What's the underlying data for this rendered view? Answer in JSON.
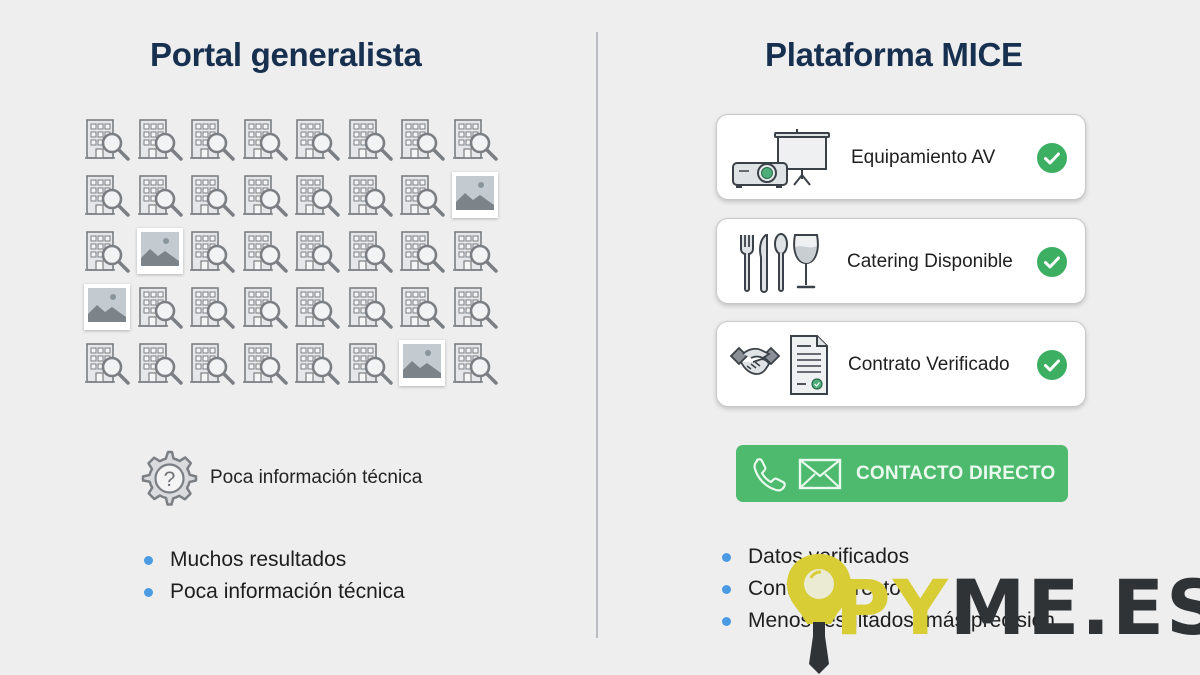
{
  "left_panel": {
    "title": "Portal generalista",
    "grid": {
      "columns": 8,
      "rows": 5,
      "cell_icon": "building-search-icon",
      "image_placeholder_positions": [
        [
          1,
          7
        ],
        [
          2,
          1
        ],
        [
          3,
          0
        ],
        [
          4,
          6
        ]
      ]
    },
    "note": {
      "icon": "gear-question-icon",
      "text": "Poca información técnica"
    },
    "bullets": [
      "Muchos resultados",
      "Poca información técnica"
    ]
  },
  "right_panel": {
    "title": "Plataforma MICE",
    "cards": [
      {
        "icon": "projector-screen-icon",
        "label": "Equipamiento AV",
        "status": "check-icon"
      },
      {
        "icon": "cutlery-wine-icon",
        "label": "Catering Disponible",
        "status": "check-icon"
      },
      {
        "icon": "handshake-contract-icon",
        "label": "Contrato Verificado",
        "status": "check-icon"
      }
    ],
    "contact_button": {
      "icons": [
        "phone-icon",
        "envelope-icon"
      ],
      "label": "CONTACTO DIRECTO"
    },
    "bullets": [
      "Datos verificados",
      "Contacto directo",
      "Menos resultados, más precisión"
    ]
  },
  "watermark": {
    "text_accent": "PY",
    "text_rest": "ME.ES",
    "icon": "lightbulb-tie-icon"
  },
  "colors": {
    "background": "#eeeeef",
    "title": "#17304f",
    "accent_green": "#4dba6e",
    "check_green": "#3daf62",
    "bullet_blue": "#4a9be3",
    "logo_yellow": "#d8cd35",
    "logo_dark": "#2f3336"
  }
}
